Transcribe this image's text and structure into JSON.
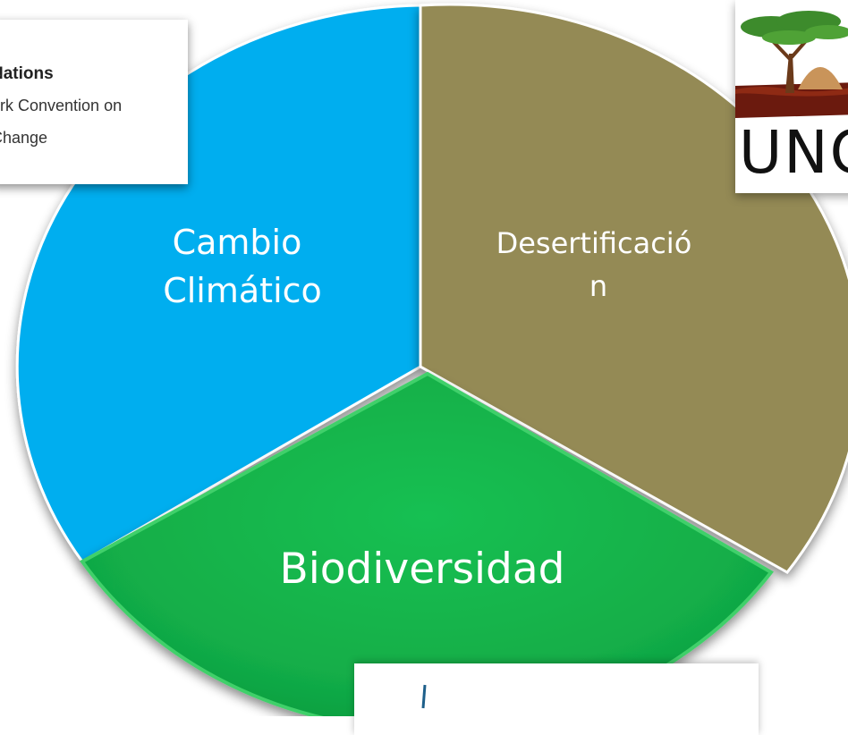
{
  "diagram": {
    "segments": [
      {
        "id": "cambio",
        "lines": [
          "Cambio",
          "Climático"
        ],
        "color": "#00AEEF"
      },
      {
        "id": "desert",
        "lines": [
          "Desertificació",
          "n"
        ],
        "color": "#948A54"
      },
      {
        "id": "bio",
        "lines": [
          "Biodiversidad"
        ],
        "color": "#13B34B"
      }
    ]
  },
  "logos": {
    "unfccc": {
      "line1": "Nations",
      "line2": "ork Convention on",
      "line3": " Change"
    },
    "unccd": {
      "wordmark": "UNC"
    }
  }
}
